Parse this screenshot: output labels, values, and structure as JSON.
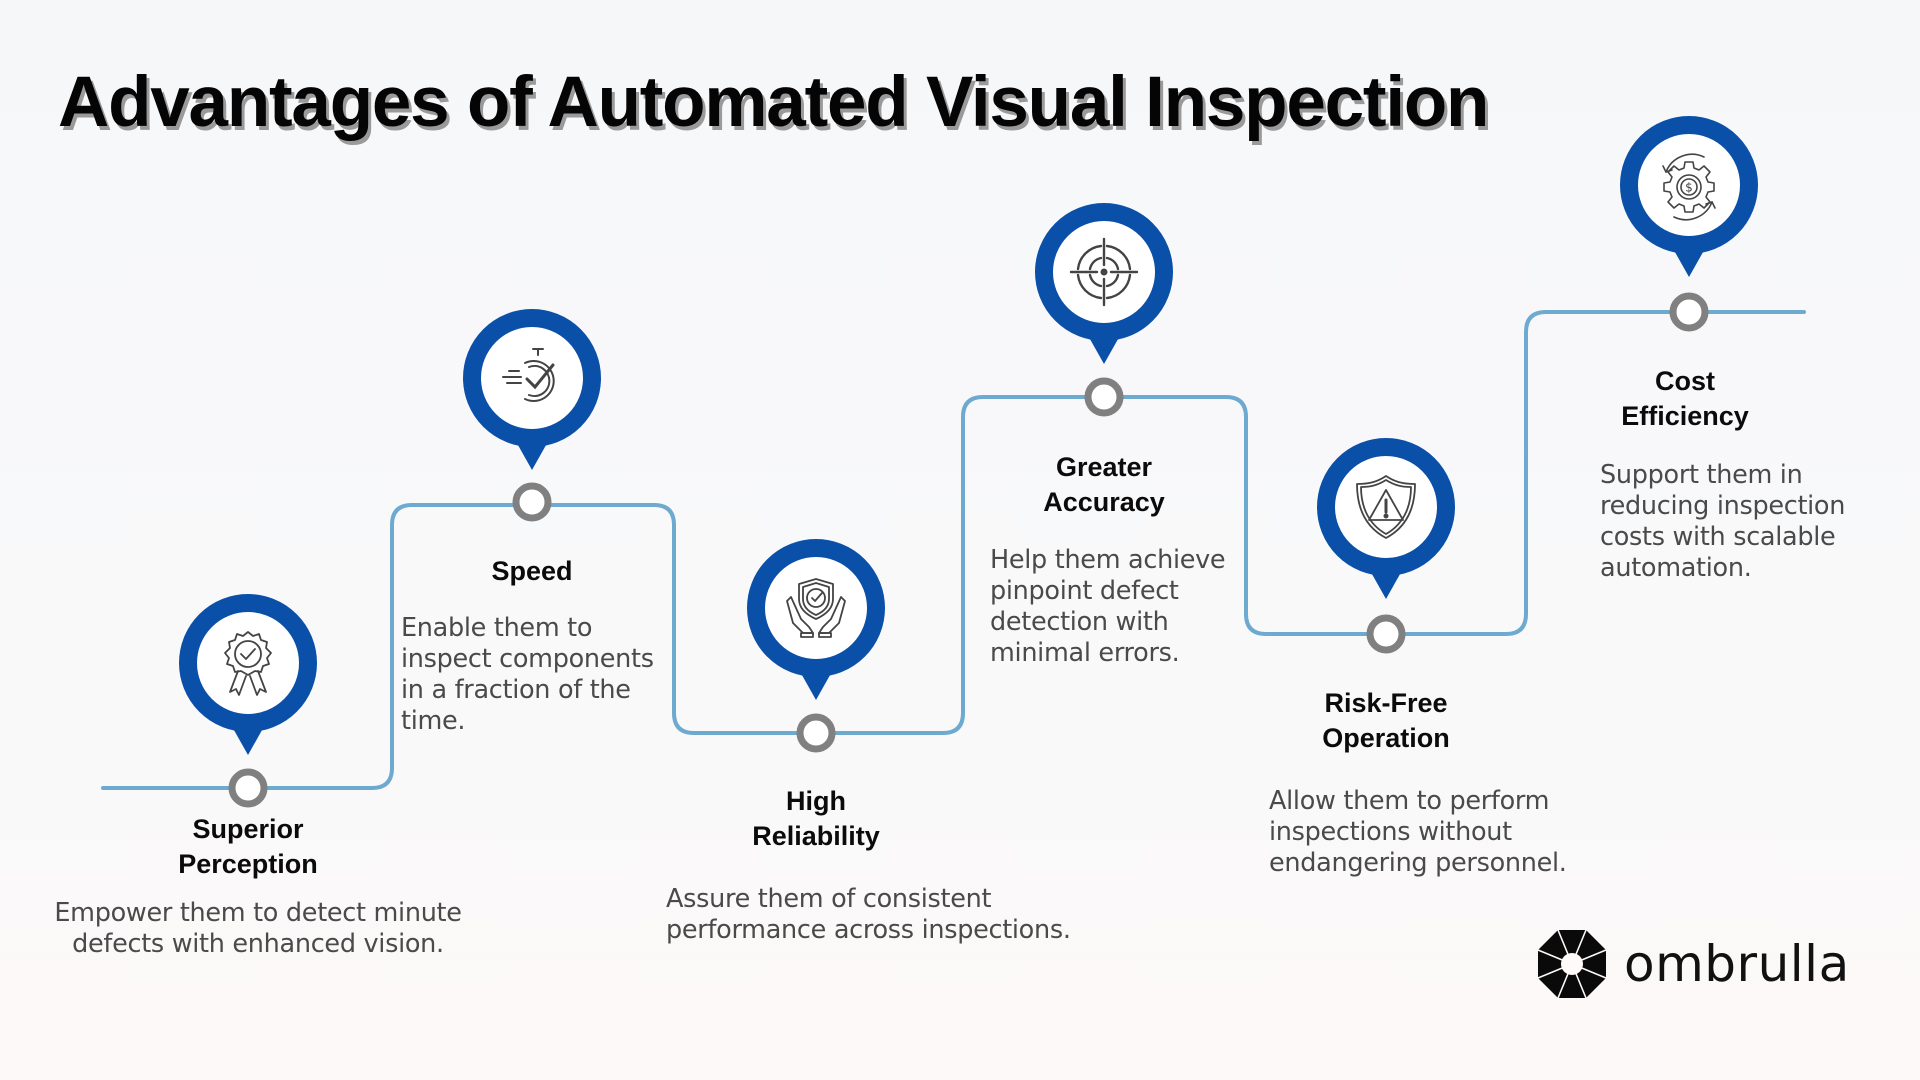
{
  "title": "Advantages of Automated Visual Inspection",
  "colors": {
    "pin_ring": "#0a4fa8",
    "path_line": "#6eaad0",
    "node_ring": "#808080",
    "icon_stroke": "#444444",
    "heading_text": "#0b0b0b",
    "body_text": "#4a4a4a"
  },
  "steps": [
    {
      "icon": "award-badge-check-icon",
      "title_lines": [
        "Superior",
        "Perception"
      ],
      "desc_lines": [
        "Empower them to detect minute",
        "defects with enhanced vision."
      ]
    },
    {
      "icon": "stopwatch-check-icon",
      "title_lines": [
        "Speed"
      ],
      "desc_lines": [
        "Enable them to",
        "inspect components",
        "in a fraction of the",
        "time."
      ]
    },
    {
      "icon": "hands-shield-check-icon",
      "title_lines": [
        "High",
        "Reliability"
      ],
      "desc_lines": [
        "Assure them of consistent",
        "performance across inspections."
      ]
    },
    {
      "icon": "crosshair-target-icon",
      "title_lines": [
        "Greater",
        "Accuracy"
      ],
      "desc_lines": [
        "Help them achieve",
        "pinpoint defect",
        "detection with",
        "minimal errors."
      ]
    },
    {
      "icon": "shield-warning-icon",
      "title_lines": [
        "Risk-Free",
        "Operation"
      ],
      "desc_lines": [
        "Allow them to perform",
        "inspections without",
        "endangering personnel."
      ]
    },
    {
      "icon": "gear-dollar-cycle-icon",
      "title_lines": [
        "Cost",
        "Efficiency"
      ],
      "desc_lines": [
        "Support them in",
        "reducing inspection",
        "costs with scalable",
        "automation."
      ]
    }
  ],
  "brand": {
    "name": "ombrulla",
    "icon": "umbrella-octagon-logo-icon"
  }
}
